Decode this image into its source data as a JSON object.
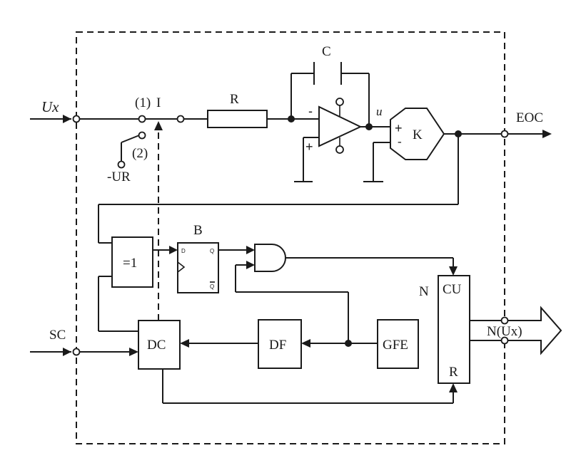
{
  "labels": {
    "input": "Ux",
    "switch_pos1": "(1)",
    "switch_pos2": "(2)",
    "switch_name": "I",
    "ref_voltage": "-UR",
    "resistor": "R",
    "capacitor": "C",
    "integrator_out": "u",
    "comparator": "K",
    "eoc": "EOC",
    "start": "SC",
    "xor_gate": "=1",
    "flipflop": "B",
    "ff_d": "D",
    "ff_q": "Q",
    "ff_qbar": "Q",
    "control": "DC",
    "divider": "DF",
    "generator": "GFE",
    "counter": "N",
    "counter_cu": "CU",
    "counter_r": "R",
    "output": "N(Ux)",
    "minus": "-",
    "plus": "+"
  }
}
